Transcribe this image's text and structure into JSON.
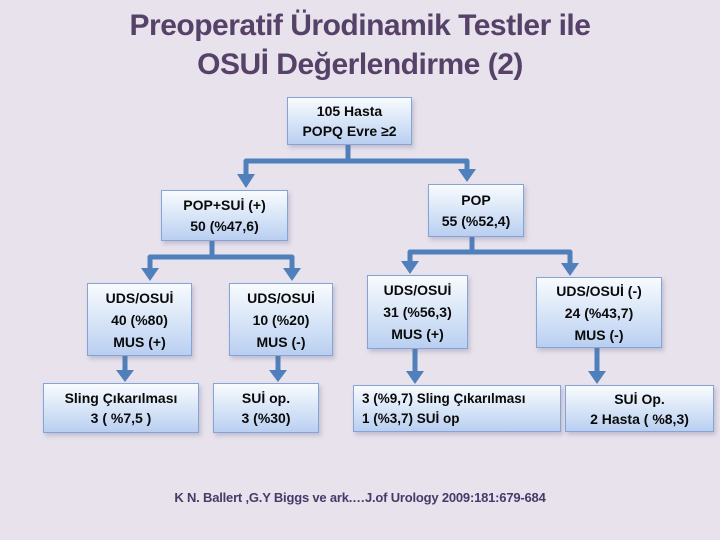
{
  "title": {
    "line1": "Preoperatif Ürodinamik Testler ile",
    "line2": "OSUİ Değerlendirme (2)"
  },
  "nodes": {
    "root": {
      "lines": [
        "105 Hasta",
        "POPQ  Evre  ≥2"
      ]
    },
    "l2_left": {
      "lines": [
        "POP+SUİ (+)",
        "50 (%47,6)"
      ]
    },
    "l2_right": {
      "lines": [
        "POP",
        "55 (%52,4)"
      ]
    },
    "l3_1": {
      "lines": [
        "UDS/OSUİ",
        "40 (%80)",
        "MUS (+)"
      ]
    },
    "l3_2": {
      "lines": [
        "UDS/OSUİ",
        "10 (%20)",
        "MUS (-)"
      ]
    },
    "l3_3": {
      "lines": [
        "UDS/OSUİ",
        "31 (%56,3)",
        "MUS (+)"
      ]
    },
    "l3_4": {
      "lines": [
        "UDS/OSUİ (-)",
        "24 (%43,7)",
        "MUS (-)"
      ]
    },
    "l4_1": {
      "lines": [
        "Sling  Çıkarılması",
        "3 ( %7,5 )"
      ]
    },
    "l4_2": {
      "lines": [
        "SUİ op.",
        "3 (%30)"
      ]
    },
    "l4_3": {
      "lines": [
        "3 (%9,7) Sling  Çıkarılması",
        "1 (%3,7) SUİ op"
      ]
    },
    "l4_4": {
      "lines": [
        "SUİ Op.",
        "2  Hasta ( %8,3)"
      ]
    }
  },
  "footer": {
    "citation": "K N. Ballert ,G.Y Biggs ve ark.…J.of Urology 2009:181:679-684"
  },
  "colors": {
    "background": "#e7e2ec",
    "title": "#564269",
    "footer": "#443b68",
    "connector": "#4f80bc",
    "box_border": "#85a3d4",
    "box_top": "#f8fbfe",
    "box_mid": "#dce8f8",
    "box_bottom": "#b9cff1",
    "box_text": "#0a0a0a"
  }
}
